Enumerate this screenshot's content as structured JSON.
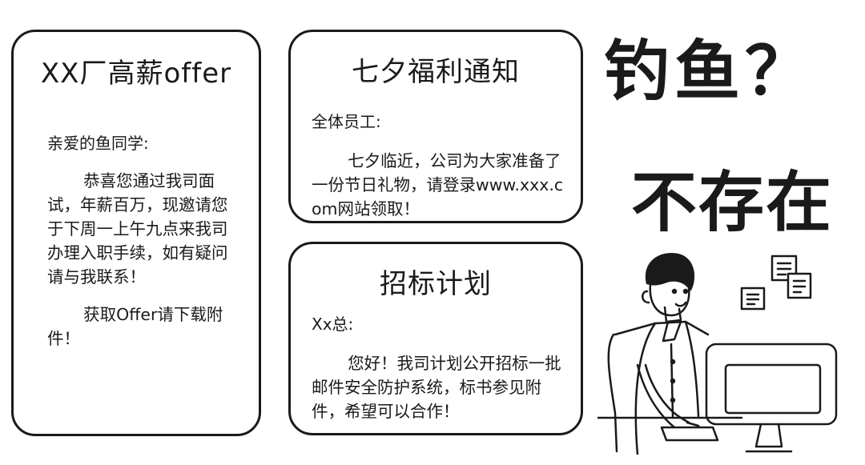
{
  "cards": [
    {
      "title": "XX厂高薪offer",
      "greeting": "亲爱的鱼同学:",
      "paragraphs": [
        "恭喜您通过我司面试，年薪百万，现邀请您于下周一上午九点来我司办理入职手续，如有疑问请与我联系！",
        "获取Offer请下载附件！"
      ]
    },
    {
      "title": "七夕福利通知",
      "greeting": "全体员工:",
      "paragraphs": [
        "七夕临近，公司为大家准备了一份节日礼物，请登录www.xxx.com网站领取！"
      ]
    },
    {
      "title": "招标计划",
      "greeting": "Xx总:",
      "paragraphs": [
        "您好！我司计划公开招标一批邮件安全防护系统，标书参见附件，希望可以合作！"
      ]
    }
  ],
  "headline": {
    "line1": "钓鱼？",
    "line2": "不存在"
  }
}
